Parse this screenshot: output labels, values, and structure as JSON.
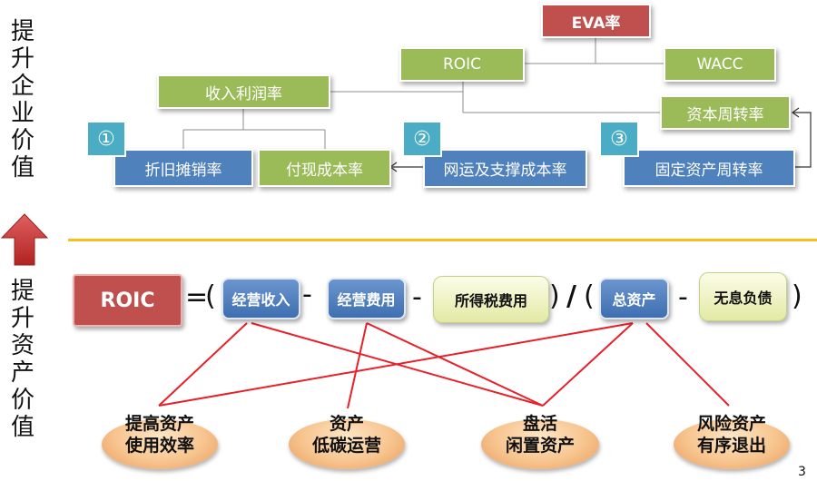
{
  "side": {
    "top": "提升企业价值",
    "bottom": "提升资产价值"
  },
  "top": {
    "eva": "EVA率",
    "roic": "ROIC",
    "wacc": "WACC",
    "income_margin": "收入利润率",
    "capital_turnover": "资本周转率",
    "depreciation": "折旧摊销率",
    "cash_cost": "付现成本率",
    "network_cost": "网运及支撑成本率",
    "fixed_asset_turnover": "固定资产周转率",
    "badge1": "①",
    "badge2": "②",
    "badge3": "③"
  },
  "formula": {
    "roic": "ROIC",
    "eq": "=",
    "open1": "(",
    "minus1": "-",
    "minus2": "-",
    "close1": ")",
    "slash": "/",
    "open2": "(",
    "minus3": "-",
    "close2": ")",
    "revenue": "经营收入",
    "expense": "经营费用",
    "tax": "所得税费用",
    "total_assets": "总资产",
    "free_debt": "无息负债"
  },
  "outcomes": [
    {
      "line1": "提高资产",
      "line2": "使用效率"
    },
    {
      "line1": "资产",
      "line2": "低碳运营"
    },
    {
      "line1": "盘活",
      "line2": "闲置资产"
    },
    {
      "line1": "风险资产",
      "line2": "有序退出"
    }
  ],
  "page_number": "3",
  "colors": {
    "green": "#9bbb59",
    "blue": "#4f81bd",
    "red": "#c0504d",
    "teal": "#4bacc6",
    "divider": "#f2c21a",
    "link_red": "#e8202a"
  }
}
